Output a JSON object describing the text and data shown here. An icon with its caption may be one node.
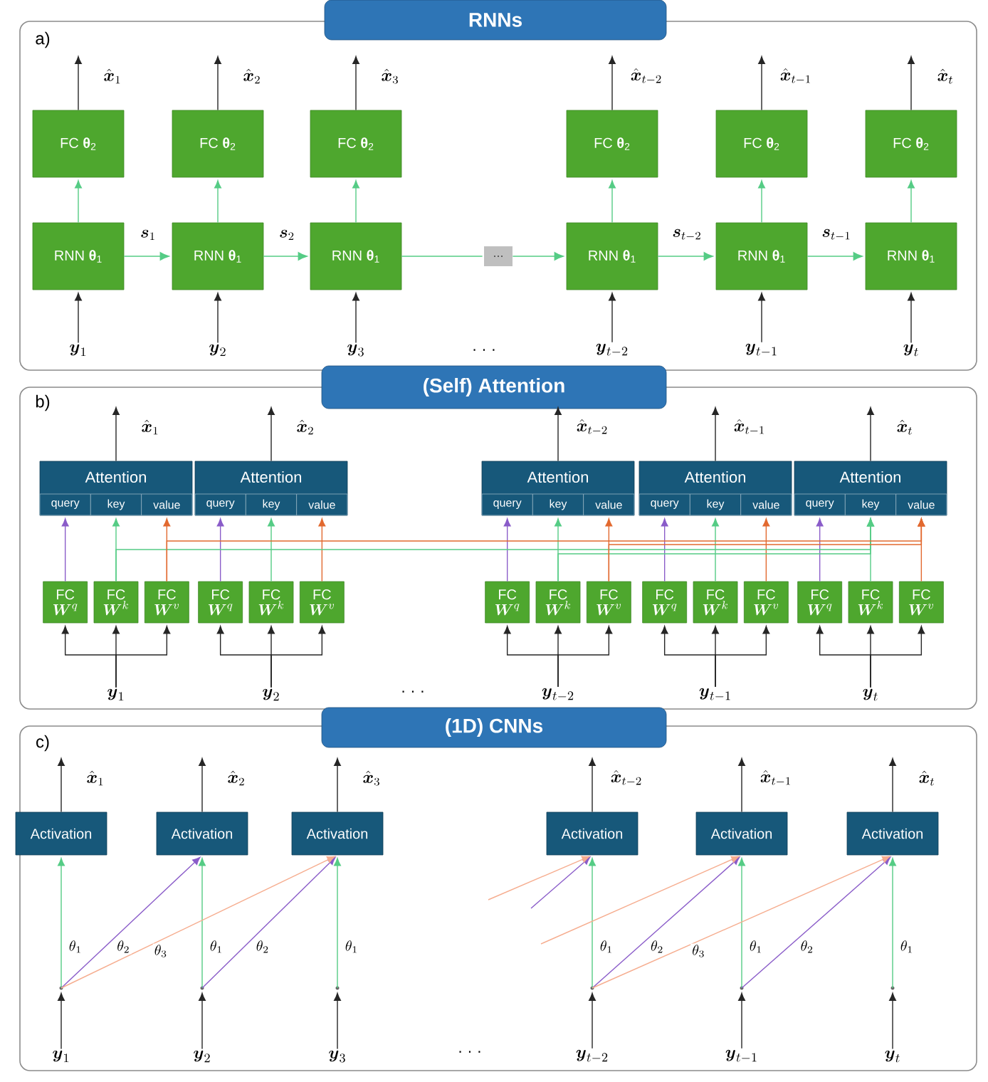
{
  "diagram": {
    "nodes": [
      {
        "text": [
          "RNNs",
          "a)"
        ]
      },
      {
        "text": [
          "FC **θ**$_{2}$"
        ],
        "in": 0
      },
      {
        "text": [
          "FC **θ**$_{2}$"
        ],
        "in": 0
      },
      {
        "text": [
          "FC **θ**$_{2}$"
        ],
        "in": 0
      },
      {
        "text": [
          "FC **θ**$_{2}$"
        ],
        "in": 0
      },
      {
        "text": [
          "FC **θ**$_{2}$"
        ],
        "in": 0
      },
      {
        "text": [
          "FC **θ**$_{2}$"
        ],
        "in": 0
      },
      {
        "text": [
          "RNN **θ**$_{1}$"
        ],
        "in": 0
      },
      {
        "text": [
          "RNN **θ**$_{1}$"
        ],
        "in": 0
      },
      {
        "text": [
          "RNN **θ**$_{1}$"
        ],
        "in": 0
      },
      {
        "text": [
          "..."
        ],
        "in": 0
      },
      {
        "text": [
          "RNN **θ**$_{1}$"
        ],
        "in": 0
      },
      {
        "text": [
          "RNN **θ**$_{1}$"
        ],
        "in": 0
      },
      {
        "text": [
          "RNN **θ**$_{1}$"
        ],
        "in": 0
      },
      {
        "text": [
          "\\boldsymbol{y}_{1}"
        ],
        "in": 0
      },
      {
        "text": [
          "\\boldsymbol{y}_{2}"
        ],
        "in": 0
      },
      {
        "text": [
          "\\boldsymbol{y}_{3}"
        ],
        "in": 0
      },
      {
        "text": [
          "\\boldsymbol{y}_{t-2}"
        ],
        "in": 0
      },
      {
        "text": [
          "\\boldsymbol{y}_{t-1}"
        ],
        "in": 0
      },
      {
        "text": [
          "\\boldsymbol{y}_{t}"
        ],
        "in": 0
      },
      {
        "text": [
          "(Self) Attention",
          "b)"
        ]
      },
      {
        "text": [
          "Attention"
        ],
        "in": 20
      },
      {
        "text": [
          "query"
        ],
        "in": 21
      },
      {
        "text": [
          "key"
        ],
        "in": 21
      },
      {
        "text": [
          "value"
        ],
        "in": 21
      },
      {
        "text": [
          "Attention"
        ],
        "in": 20
      },
      {
        "text": [
          "query"
        ],
        "in": 25
      },
      {
        "text": [
          "key"
        ],
        "in": 25
      },
      {
        "text": [
          "value"
        ],
        "in": 25
      },
      {
        "text": [
          "Attention"
        ],
        "in": 20
      },
      {
        "text": [
          "query"
        ],
        "in": 29
      },
      {
        "text": [
          "key"
        ],
        "in": 29
      },
      {
        "text": [
          "value"
        ],
        "in": 29
      },
      {
        "text": [
          "Attention"
        ],
        "in": 20
      },
      {
        "text": [
          "query"
        ],
        "in": 33
      },
      {
        "text": [
          "key"
        ],
        "in": 33
      },
      {
        "text": [
          "value"
        ],
        "in": 33
      },
      {
        "text": [
          "Attention"
        ],
        "in": 20
      },
      {
        "text": [
          "query"
        ],
        "in": 37
      },
      {
        "text": [
          "key"
        ],
        "in": 37
      },
      {
        "text": [
          "value"
        ],
        "in": 37
      },
      {
        "text": [
          "FC",
          "\\boldsymbol{W}^{q}"
        ],
        "in": 20
      },
      {
        "text": [
          "FC",
          "\\boldsymbol{W}^{k}"
        ],
        "in": 20
      },
      {
        "text": [
          "FC",
          "\\boldsymbol{W}^{v}"
        ],
        "in": 20
      },
      {
        "text": [
          "FC",
          "\\boldsymbol{W}^{q}"
        ],
        "in": 20
      },
      {
        "text": [
          "FC",
          "\\boldsymbol{W}^{k}"
        ],
        "in": 20
      },
      {
        "text": [
          "FC",
          "\\boldsymbol{W}^{v}"
        ],
        "in": 20
      },
      {
        "text": [
          "FC",
          "\\boldsymbol{W}^{q}"
        ],
        "in": 20
      },
      {
        "text": [
          "FC",
          "\\boldsymbol{W}^{k}"
        ],
        "in": 20
      },
      {
        "text": [
          "FC",
          "\\boldsymbol{W}^{v}"
        ],
        "in": 20
      },
      {
        "text": [
          "FC",
          "\\boldsymbol{W}^{q}"
        ],
        "in": 20
      },
      {
        "text": [
          "FC",
          "\\boldsymbol{W}^{k}"
        ],
        "in": 20
      },
      {
        "text": [
          "FC",
          "\\boldsymbol{W}^{v}"
        ],
        "in": 20
      },
      {
        "text": [
          "FC",
          "\\boldsymbol{W}^{q}"
        ],
        "in": 20
      },
      {
        "text": [
          "FC",
          "\\boldsymbol{W}^{k}"
        ],
        "in": 20
      },
      {
        "text": [
          "FC",
          "\\boldsymbol{W}^{v}"
        ],
        "in": 20
      },
      {
        "text": [
          "\\boldsymbol{y}_{1}"
        ],
        "in": 20
      },
      {
        "text": [
          "\\boldsymbol{y}_{2}"
        ],
        "in": 20
      },
      {
        "text": [
          "\\boldsymbol{y}_{t-2}"
        ],
        "in": 20
      },
      {
        "text": [
          "\\boldsymbol{y}_{t-1}"
        ],
        "in": 20
      },
      {
        "text": [
          "\\boldsymbol{y}_{t}"
        ],
        "in": 20
      },
      {
        "text": [
          "(1D) CNNs",
          "c)"
        ]
      },
      {
        "text": [
          "Activation"
        ],
        "in": 61
      },
      {
        "text": [
          "Activation"
        ],
        "in": 61
      },
      {
        "text": [
          "Activation"
        ],
        "in": 61
      },
      {
        "text": [
          "Activation"
        ],
        "in": 61
      },
      {
        "text": [
          "Activation"
        ],
        "in": 61
      },
      {
        "text": [
          "Activation"
        ],
        "in": 61
      },
      {
        "text": [],
        "shape": "circle",
        "in": 61
      },
      {
        "text": [],
        "shape": "circle",
        "in": 61
      },
      {
        "text": [],
        "shape": "circle",
        "in": 61
      },
      {
        "text": [],
        "shape": "circle",
        "in": 61
      },
      {
        "text": [],
        "shape": "circle",
        "in": 61
      },
      {
        "text": [],
        "shape": "circle",
        "in": 61
      },
      {
        "text": [
          "\\boldsymbol{y}_{1}"
        ],
        "in": 61
      },
      {
        "text": [
          "\\boldsymbol{y}_{2}"
        ],
        "in": 61
      },
      {
        "text": [
          "\\boldsymbol{y}_{3}"
        ],
        "in": 61
      },
      {
        "text": [
          "\\boldsymbol{y}_{t-2}"
        ],
        "in": 61
      },
      {
        "text": [
          "\\boldsymbol{y}_{t-1}"
        ],
        "in": 61
      },
      {
        "text": [
          "\\boldsymbol{y}_{t}"
        ],
        "in": 61
      }
    ],
    "edges": [
      {
        "from": 7,
        "to": 1,
        "arrow": "to",
        "color": "#55cc85"
      },
      {
        "from": 8,
        "to": 2,
        "arrow": "to",
        "color": "#55cc85"
      },
      {
        "from": 9,
        "to": 3,
        "arrow": "to",
        "color": "#55cc85"
      },
      {
        "from": 11,
        "to": 4,
        "arrow": "to",
        "color": "#55cc85"
      },
      {
        "from": 12,
        "to": 5,
        "arrow": "to",
        "color": "#55cc85"
      },
      {
        "from": 13,
        "to": 6,
        "arrow": "to",
        "color": "#55cc85"
      },
      {
        "from": 1,
        "to": null,
        "arrow": "to",
        "label": "\\hat{\\boldsymbol{x}}_{1}"
      },
      {
        "from": 2,
        "to": null,
        "arrow": "to",
        "label": "\\hat{\\boldsymbol{x}}_{2}"
      },
      {
        "from": 3,
        "to": null,
        "arrow": "to",
        "label": "\\hat{\\boldsymbol{x}}_{3}"
      },
      {
        "from": 4,
        "to": null,
        "arrow": "to",
        "label": "\\hat{\\boldsymbol{x}}_{t-2}"
      },
      {
        "from": 5,
        "to": null,
        "arrow": "to",
        "label": "\\hat{\\boldsymbol{x}}_{t-1}"
      },
      {
        "from": 6,
        "to": null,
        "arrow": "to",
        "label": "\\hat{\\boldsymbol{x}}_{t}"
      },
      {
        "from": 14,
        "to": 7,
        "arrow": "to"
      },
      {
        "from": 15,
        "to": 8,
        "arrow": "to"
      },
      {
        "from": 16,
        "to": 9,
        "arrow": "to"
      },
      {
        "from": 17,
        "to": 11,
        "arrow": "to"
      },
      {
        "from": 18,
        "to": 12,
        "arrow": "to"
      },
      {
        "from": 19,
        "to": 13,
        "arrow": "to"
      },
      {
        "from": 7,
        "to": 8,
        "arrow": "to",
        "color": "#55cc85",
        "label": "\\boldsymbol{s}_{1}"
      },
      {
        "from": 8,
        "to": 9,
        "arrow": "to",
        "color": "#55cc85",
        "label": "\\boldsymbol{s}_{2}"
      },
      {
        "from": 9,
        "to": 10,
        "arrow": "none",
        "color": "#55cc85"
      },
      {
        "from": 10,
        "to": 11,
        "arrow": "to",
        "color": "#55cc85"
      },
      {
        "from": 11,
        "to": 12,
        "arrow": "to",
        "color": "#55cc85",
        "label": "\\boldsymbol{s}_{t-2}"
      },
      {
        "from": 12,
        "to": 13,
        "arrow": "to",
        "color": "#55cc85",
        "label": "\\boldsymbol{s}_{t-1}"
      },
      {
        "from": 21,
        "to": null,
        "arrow": "to",
        "label": "\\hat{\\boldsymbol{x}}_{1}"
      },
      {
        "from": 25,
        "to": null,
        "arrow": "to",
        "label": "\\hat{\\boldsymbol{x}}_{2}"
      },
      {
        "from": 29,
        "to": null,
        "arrow": "to",
        "label": "\\hat{\\boldsymbol{x}}_{t-2}"
      },
      {
        "from": 33,
        "to": null,
        "arrow": "to",
        "label": "\\hat{\\boldsymbol{x}}_{t-1}"
      },
      {
        "from": 37,
        "to": null,
        "arrow": "to",
        "label": "\\hat{\\boldsymbol{x}}_{t}"
      },
      {
        "from": 41,
        "to": 22,
        "arrow": "to",
        "color": "#8a5cc9"
      },
      {
        "from": 42,
        "to": 23,
        "arrow": "to",
        "color": "#55cc85"
      },
      {
        "from": 43,
        "to": 24,
        "arrow": "to",
        "color": "#e2692f"
      },
      {
        "from": 44,
        "to": 26,
        "arrow": "to",
        "color": "#8a5cc9"
      },
      {
        "from": 45,
        "to": 27,
        "arrow": "to",
        "color": "#55cc85"
      },
      {
        "from": 46,
        "to": 28,
        "arrow": "to",
        "color": "#e2692f"
      },
      {
        "from": 47,
        "to": 30,
        "arrow": "to",
        "color": "#8a5cc9"
      },
      {
        "from": 48,
        "to": 31,
        "arrow": "to",
        "color": "#55cc85"
      },
      {
        "from": 49,
        "to": 32,
        "arrow": "to",
        "color": "#e2692f"
      },
      {
        "from": 50,
        "to": 34,
        "arrow": "to",
        "color": "#8a5cc9"
      },
      {
        "from": 51,
        "to": 35,
        "arrow": "to",
        "color": "#55cc85"
      },
      {
        "from": 52,
        "to": 36,
        "arrow": "to",
        "color": "#e2692f"
      },
      {
        "from": 53,
        "to": 38,
        "arrow": "to",
        "color": "#8a5cc9"
      },
      {
        "from": 54,
        "to": 39,
        "arrow": "to",
        "color": "#55cc85"
      },
      {
        "from": 55,
        "to": 40,
        "arrow": "to",
        "color": "#e2692f"
      },
      {
        "from": 56,
        "to": 41,
        "arrow": "to"
      },
      {
        "from": 56,
        "to": 42,
        "arrow": "to"
      },
      {
        "from": 56,
        "to": 43,
        "arrow": "to"
      },
      {
        "from": 57,
        "to": 44,
        "arrow": "to"
      },
      {
        "from": 57,
        "to": 45,
        "arrow": "to"
      },
      {
        "from": 57,
        "to": 46,
        "arrow": "to"
      },
      {
        "from": 58,
        "to": 47,
        "arrow": "to"
      },
      {
        "from": 58,
        "to": 48,
        "arrow": "to"
      },
      {
        "from": 58,
        "to": 49,
        "arrow": "to"
      },
      {
        "from": 59,
        "to": 50,
        "arrow": "to"
      },
      {
        "from": 59,
        "to": 51,
        "arrow": "to"
      },
      {
        "from": 59,
        "to": 52,
        "arrow": "to"
      },
      {
        "from": 60,
        "to": 53,
        "arrow": "to"
      },
      {
        "from": 60,
        "to": 54,
        "arrow": "to"
      },
      {
        "from": 60,
        "to": 55,
        "arrow": "to"
      },
      {
        "from": 42,
        "to": 39,
        "arrow": "to",
        "color": "#55cc85"
      },
      {
        "from": 48,
        "to": 39,
        "arrow": "to",
        "color": "#55cc85"
      },
      {
        "from": 43,
        "to": 40,
        "arrow": "to",
        "color": "#e2692f"
      },
      {
        "from": 49,
        "to": 40,
        "arrow": "to",
        "color": "#e2692f"
      },
      {
        "from": 62,
        "to": null,
        "arrow": "to",
        "label": "\\hat{\\boldsymbol{x}}_{1}"
      },
      {
        "from": 63,
        "to": null,
        "arrow": "to",
        "label": "\\hat{\\boldsymbol{x}}_{2}"
      },
      {
        "from": 64,
        "to": null,
        "arrow": "to",
        "label": "\\hat{\\boldsymbol{x}}_{3}"
      },
      {
        "from": 65,
        "to": null,
        "arrow": "to",
        "label": "\\hat{\\boldsymbol{x}}_{t-2}"
      },
      {
        "from": 66,
        "to": null,
        "arrow": "to",
        "label": "\\hat{\\boldsymbol{x}}_{t-1}"
      },
      {
        "from": 67,
        "to": null,
        "arrow": "to",
        "label": "\\hat{\\boldsymbol{x}}_{t}"
      },
      {
        "from": 74,
        "to": 68,
        "arrow": "to"
      },
      {
        "from": 75,
        "to": 69,
        "arrow": "to"
      },
      {
        "from": 76,
        "to": 70,
        "arrow": "to"
      },
      {
        "from": 77,
        "to": 71,
        "arrow": "to"
      },
      {
        "from": 78,
        "to": 72,
        "arrow": "to"
      },
      {
        "from": 79,
        "to": 73,
        "arrow": "to"
      },
      {
        "from": 68,
        "to": 62,
        "arrow": "to",
        "color": "#55cc85",
        "label": "\\theta_{1}"
      },
      {
        "from": 69,
        "to": 63,
        "arrow": "to",
        "color": "#55cc85",
        "label": "\\theta_{1}"
      },
      {
        "from": 70,
        "to": 64,
        "arrow": "to",
        "color": "#55cc85",
        "label": "\\theta_{1}"
      },
      {
        "from": 71,
        "to": 65,
        "arrow": "to",
        "color": "#55cc85",
        "label": "\\theta_{1}"
      },
      {
        "from": 72,
        "to": 66,
        "arrow": "to",
        "color": "#55cc85",
        "label": "\\theta_{1}"
      },
      {
        "from": 73,
        "to": 67,
        "arrow": "to",
        "color": "#55cc85",
        "label": "\\theta_{1}"
      },
      {
        "from": 68,
        "to": 63,
        "arrow": "to",
        "color": "#8a5cc9",
        "label": "\\theta_{2}"
      },
      {
        "from": 69,
        "to": 64,
        "arrow": "to",
        "color": "#8a5cc9",
        "label": "\\theta_{2}"
      },
      {
        "from": 68,
        "to": 64,
        "arrow": "to",
        "color": "#f6ad8f",
        "label": "\\theta_{3}"
      },
      {
        "from": 71,
        "to": 66,
        "arrow": "to",
        "color": "#8a5cc9",
        "label": "\\theta_{2}"
      },
      {
        "from": 72,
        "to": 67,
        "arrow": "to",
        "color": "#8a5cc9",
        "label": "\\theta_{2}"
      },
      {
        "from": 71,
        "to": 67,
        "arrow": "to",
        "color": "#f6ad8f",
        "label": "\\theta_{3}"
      },
      {
        "from": null,
        "to": 65,
        "arrow": "to",
        "color": "#8a5cc9"
      },
      {
        "from": null,
        "to": 65,
        "arrow": "to",
        "color": "#f6ad8f"
      },
      {
        "from": null,
        "to": 66,
        "arrow": "to",
        "color": "#f6ad8f"
      }
    ],
    "labels": [
      "· · ·",
      "· · ·",
      "· · ·"
    ]
  }
}
